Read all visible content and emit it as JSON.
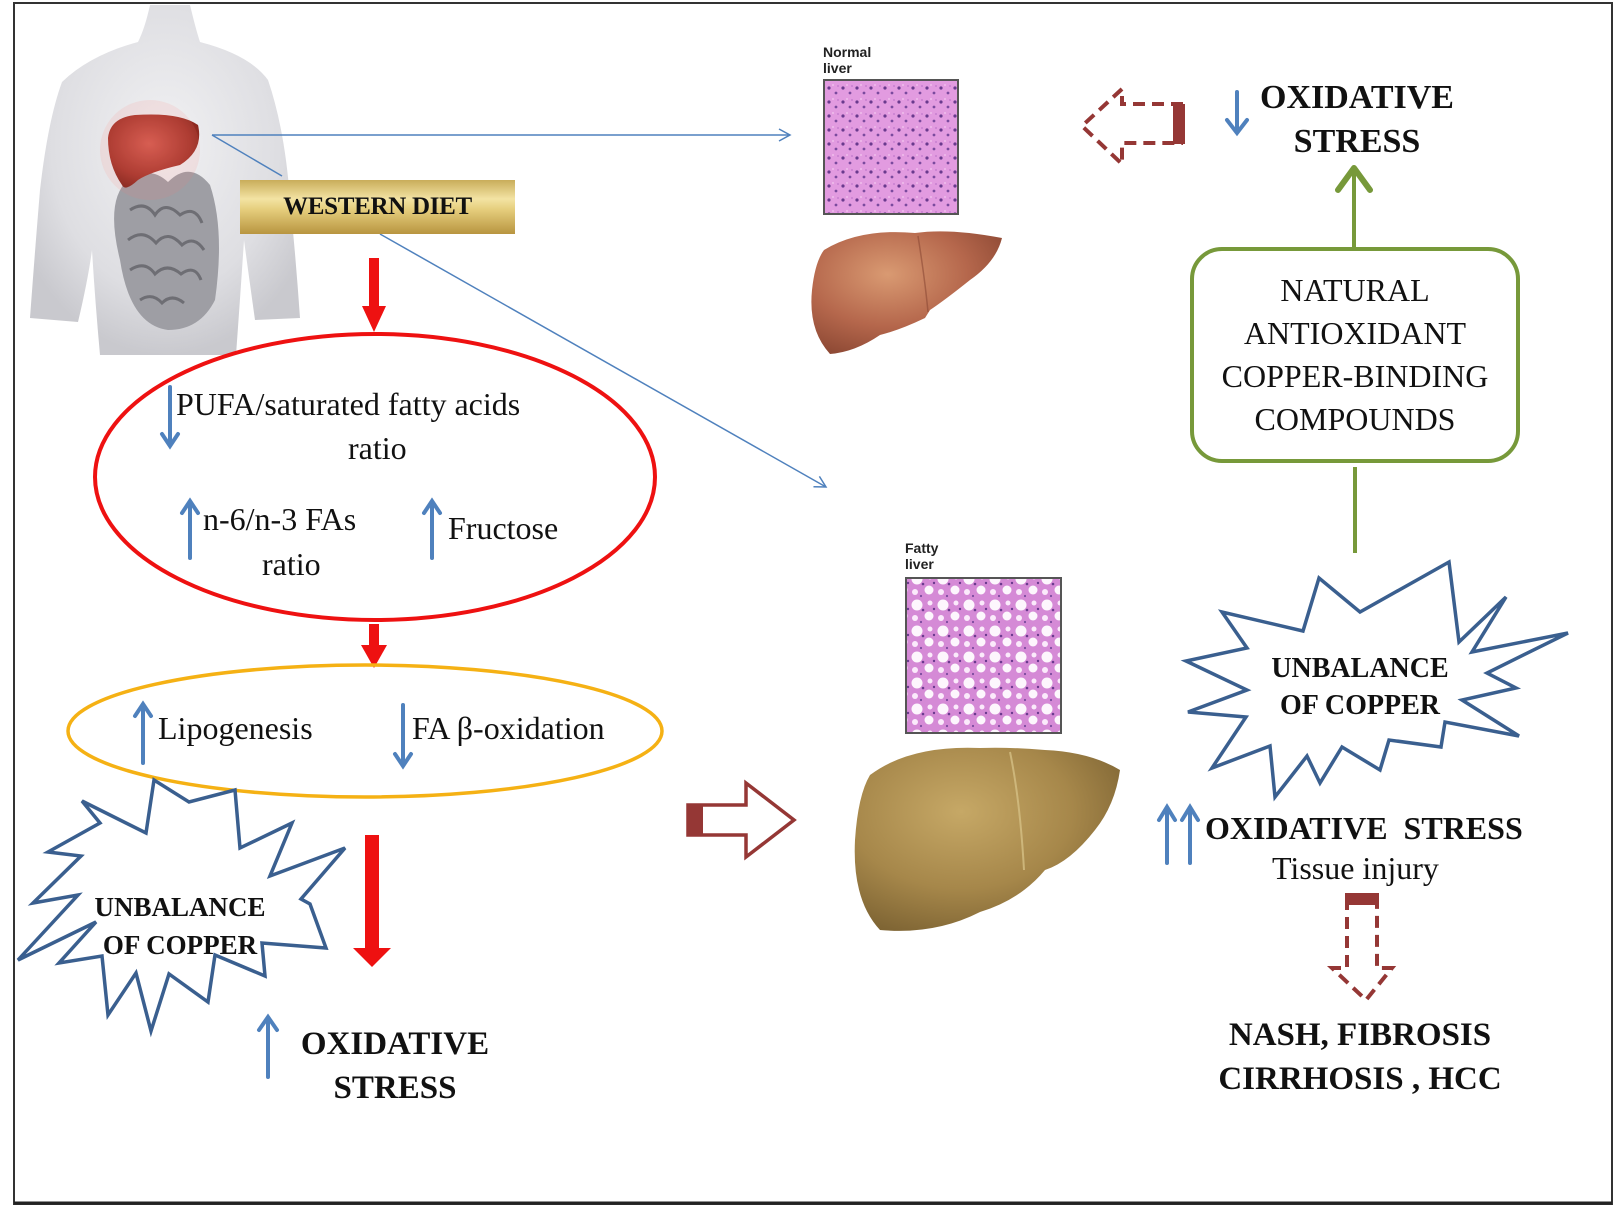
{
  "diagram": {
    "title_box": {
      "label": "WESTERN DIET"
    },
    "images": {
      "body_illustration": "human torso with highlighted liver and intestines",
      "normal_liver_label_line1": "Normal",
      "normal_liver_label_line2": "liver",
      "fatty_liver_label_line1": "Fatty",
      "fatty_liver_label_line2": "liver"
    },
    "red_ellipse": {
      "item1_line1": "PUFA/saturated fatty acids",
      "item1_line2": "ratio",
      "item1_direction": "down",
      "item2_line1": "n-6/n-3 FAs",
      "item2_line2": "ratio",
      "item2_direction": "up",
      "item3": "Fructose",
      "item3_direction": "up"
    },
    "yellow_ellipse": {
      "item1": "Lipogenesis",
      "item1_direction": "up",
      "item2": "FA β-oxidation",
      "item2_direction": "down"
    },
    "left_starburst": {
      "line1": "UNBALANCE",
      "line2": "OF COPPER"
    },
    "left_outcome": {
      "line1": "OXIDATIVE",
      "line2": "STRESS",
      "direction": "up"
    },
    "right_starburst": {
      "line1": "UNBALANCE",
      "line2": "OF COPPER"
    },
    "right_outcome": {
      "line1": "OXIDATIVE  STRESS",
      "line2": "Tissue injury",
      "direction": "double-up"
    },
    "final_outcome": {
      "line1": "NASH, FIBROSIS",
      "line2": "CIRRHOSIS , HCC"
    },
    "treatment_box": {
      "line1": "NATURAL",
      "line2": "ANTIOXIDANT",
      "line3": "COPPER-BINDING",
      "line4": "COMPOUNDS"
    },
    "top_outcome": {
      "line1": "OXIDATIVE",
      "line2": "STRESS",
      "direction": "down"
    },
    "colors": {
      "red_arrow": "#ee1111",
      "blue_arrow": "#4f81bd",
      "green": "#77993a",
      "dark_red": "#953735",
      "yellow_ellipse": "#f5b114",
      "starburst": "#3a5f8f",
      "connector": "#4f81bd"
    }
  }
}
